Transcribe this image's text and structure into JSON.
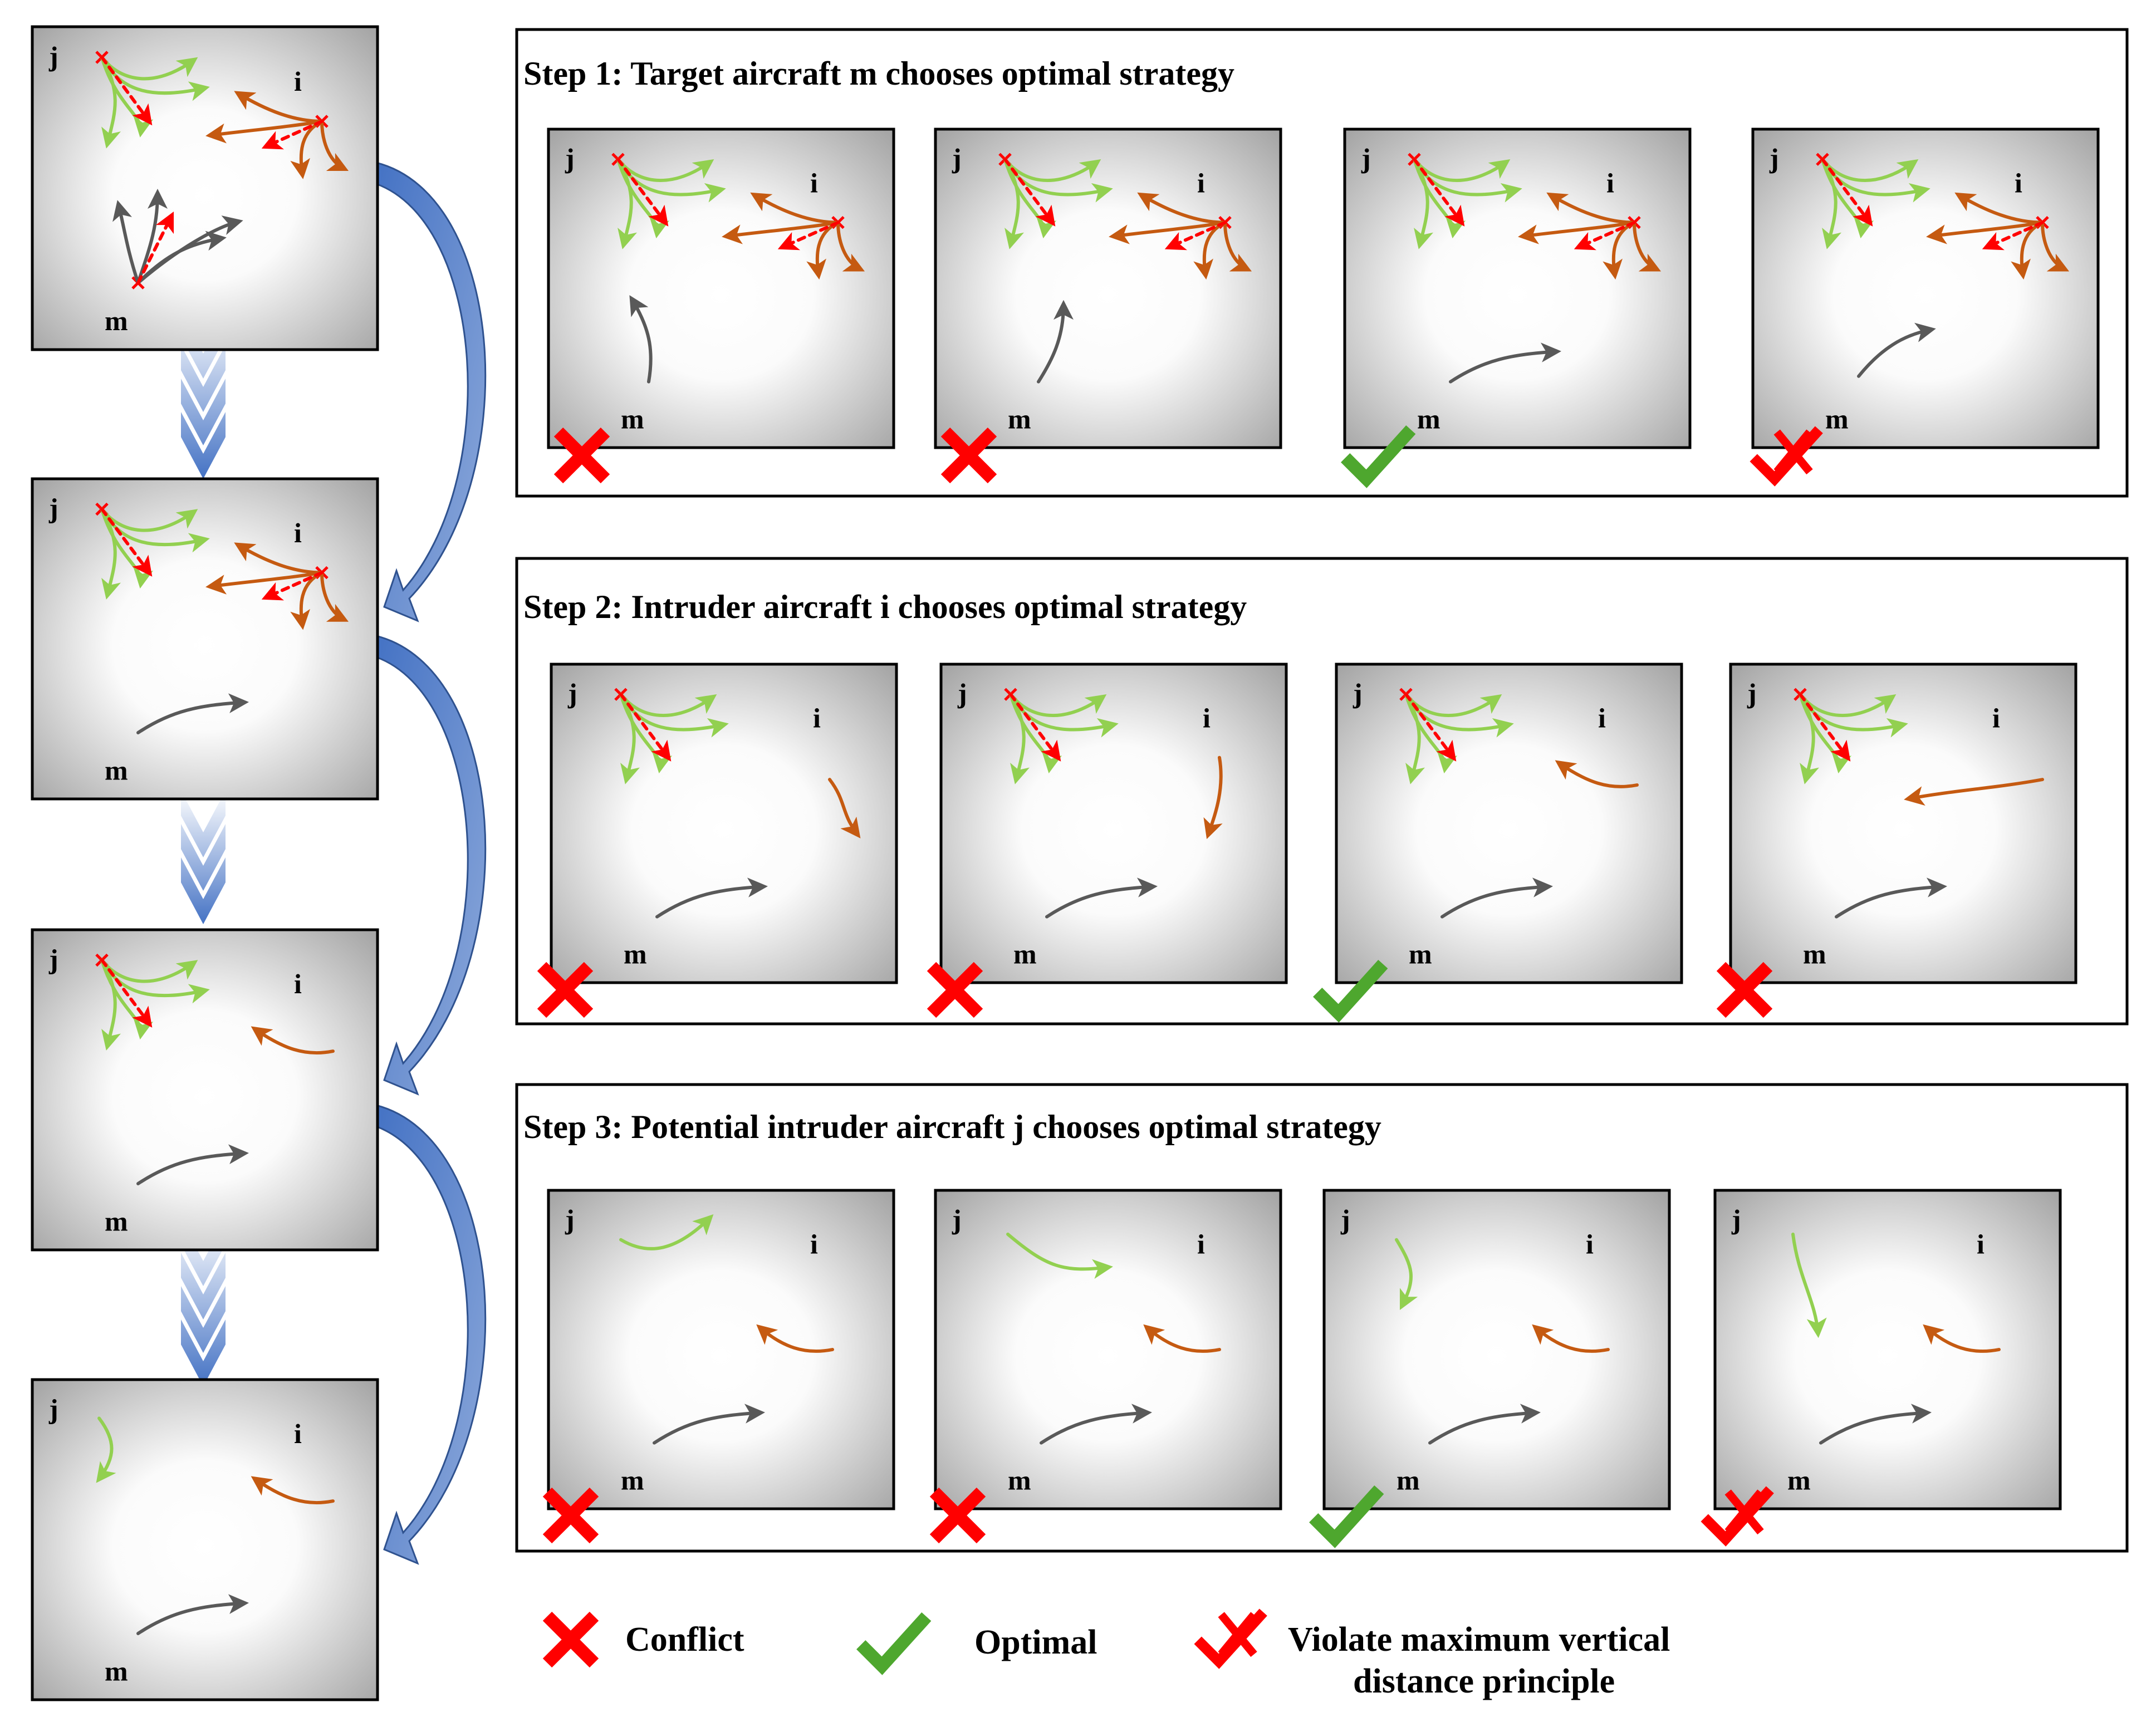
{
  "steps": [
    {
      "title": "Step 1: Target aircraft m chooses optimal strategy"
    },
    {
      "title": "Step 2: Intruder aircraft i chooses optimal strategy"
    },
    {
      "title": "Step 3: Potential intruder aircraft j chooses optimal strategy"
    }
  ],
  "aircraft_labels": {
    "j": "j",
    "i": "i",
    "m": "m"
  },
  "legend": {
    "conflict": "Conflict",
    "optimal": "Optimal",
    "violate_line1": "Violate maximum vertical",
    "violate_line2": "distance principle"
  },
  "marker_legend_icons": [
    "cross-red-icon",
    "check-green-icon",
    "violate-check-cross-icon"
  ],
  "step_results": [
    [
      "conflict",
      "conflict",
      "optimal",
      "violate"
    ],
    [
      "conflict",
      "conflict",
      "optimal",
      "conflict"
    ],
    [
      "conflict",
      "conflict",
      "optimal",
      "violate"
    ]
  ],
  "colors": {
    "j_path": "#92d050",
    "i_path": "#c55a11",
    "m_path": "#595959",
    "dashed": "#ff0000",
    "conflict": "#ff0000",
    "optimal": "#4ea72e",
    "flow_arrow": "#4472c4"
  }
}
